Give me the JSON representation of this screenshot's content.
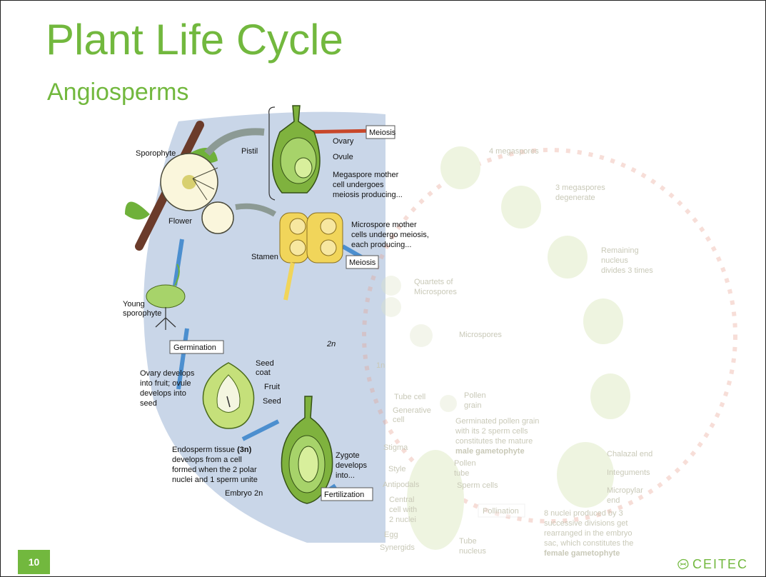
{
  "slide": {
    "title": "Plant Life Cycle",
    "subtitle": "Angiosperms",
    "page_number": "10",
    "logo_text": "CEITEC"
  },
  "diagram": {
    "labels": {
      "sporophyte": "Sporophyte",
      "flower": "Flower",
      "pistil": "Pistil",
      "ovary": "Ovary",
      "ovule": "Ovule",
      "megaspore_1": "Megaspore mother",
      "megaspore_2": "cell undergoes",
      "megaspore_3": "meiosis producing...",
      "meiosis_top": "Meiosis",
      "stamen": "Stamen",
      "microspore_1": "Microspore mother",
      "microspore_2": "cells undergo meiosis,",
      "microspore_3": "each producing...",
      "meiosis_mid": "Meiosis",
      "young_sporophyte_1": "Young",
      "young_sporophyte_2": "sporophyte",
      "germination": "Germination",
      "two_n": "2n",
      "ovary_develops_1": "Ovary develops",
      "ovary_develops_2": "into fruit; ovule",
      "ovary_develops_3": "develops into",
      "ovary_develops_4": "seed",
      "seed_coat_1": "Seed",
      "seed_coat_2": "coat",
      "fruit": "Fruit",
      "seed": "Seed",
      "endosperm_1a": "Endosperm tissue ",
      "endosperm_1b": "(3n)",
      "endosperm_2": "develops from a cell",
      "endosperm_3": "formed when the 2 polar",
      "endosperm_4": "nuclei and 1 sperm unite",
      "embryo": "Embryo 2n",
      "zygote_1": "Zygote",
      "zygote_2": "develops",
      "zygote_3": "into...",
      "fertilization": "Fertilization",
      "four_megaspores": "4 megaspores",
      "three_megaspores_1": "3 megaspores",
      "three_megaspores_2": "degenerate",
      "remaining_1": "Remaining",
      "remaining_2": "nucleus",
      "remaining_3": "divides 3 times",
      "quartets_1": "Quartets of",
      "quartets_2": "Microspores",
      "microspores": "Microspores",
      "one_n": "1n",
      "tube_cell": "Tube cell",
      "pollen_grain_1": "Pollen",
      "pollen_grain_2": "grain",
      "generative_1": "Generative",
      "generative_2": "cell",
      "germinated_1": "Germinated pollen grain",
      "germinated_2": "with its 2 sperm cells",
      "germinated_3": "constitutes the mature",
      "germinated_4": "male gametophyte",
      "stigma": "Stigma",
      "style": "Style",
      "pollen_tube_1": "Pollen",
      "pollen_tube_2": "tube",
      "antipodals": "Antipodals",
      "sperm_cells": "Sperm cells",
      "central_1": "Central",
      "central_2": "cell with",
      "central_3": "2 nuclei",
      "egg": "Egg",
      "synergids": "Synergids",
      "tube_nucleus_1": "Tube",
      "tube_nucleus_2": "nucleus",
      "pollination": "Pollination",
      "chalazal": "Chalazal end",
      "integuments": "Integuments",
      "micropylar_1": "Micropylar",
      "micropylar_2": "end",
      "eight_nuclei_1": "8 nuclei produced by 3",
      "eight_nuclei_2": "successive divisions get",
      "eight_nuclei_3": "rearranged in the embryo",
      "eight_nuclei_4": "sac, which constitutes the",
      "eight_nuclei_5": "female gametophyte"
    }
  }
}
